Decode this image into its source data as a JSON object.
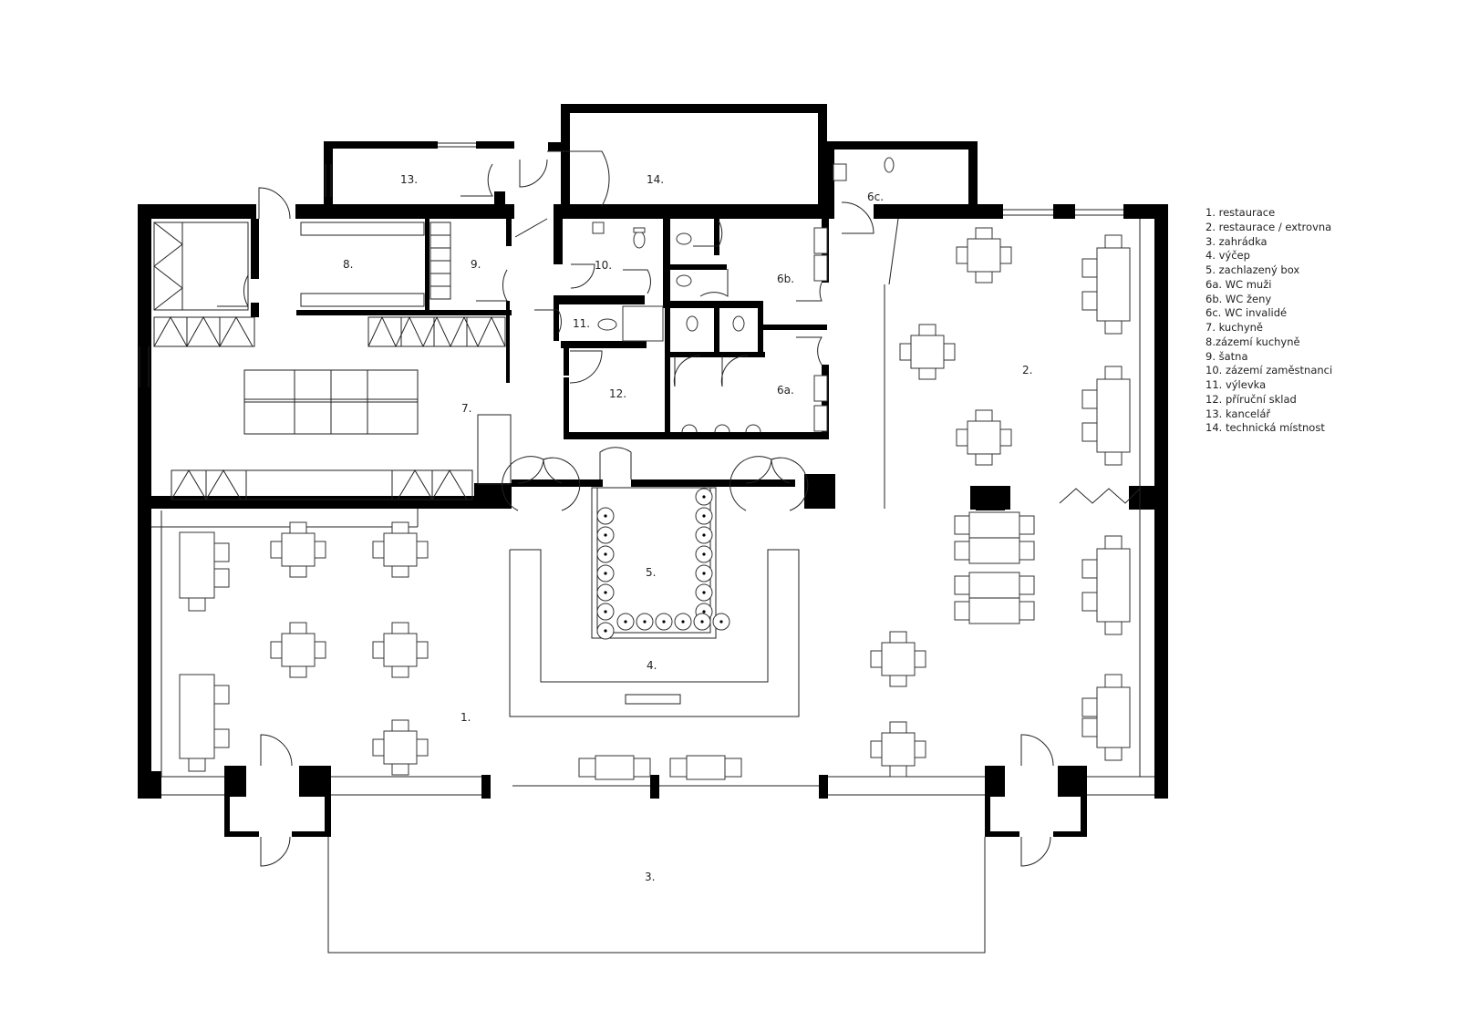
{
  "room_labels": {
    "r1": "1.",
    "r2": "2.",
    "r3": "3.",
    "r4": "4.",
    "r5": "5.",
    "r6a": "6a.",
    "r6b": "6b.",
    "r6c": "6c.",
    "r7": "7.",
    "r8": "8.",
    "r9": "9.",
    "r10": "10.",
    "r11": "11.",
    "r12": "12.",
    "r13": "13.",
    "r14": "14."
  },
  "legend": [
    "1. restaurace",
    "2. restaurace / extrovna",
    "3. zahrádka",
    "4. výčep",
    "5. zachlazený box",
    "6a. WC muži",
    "6b. WC ženy",
    "6c. WC invalidé",
    "7. kuchyně",
    "8.zázemí kuchyně",
    "9. šatna",
    "10. zázemí zaměstnanci",
    "11. výlevka",
    "12. příruční sklad",
    "13. kancelář",
    "14. technická místnost"
  ]
}
